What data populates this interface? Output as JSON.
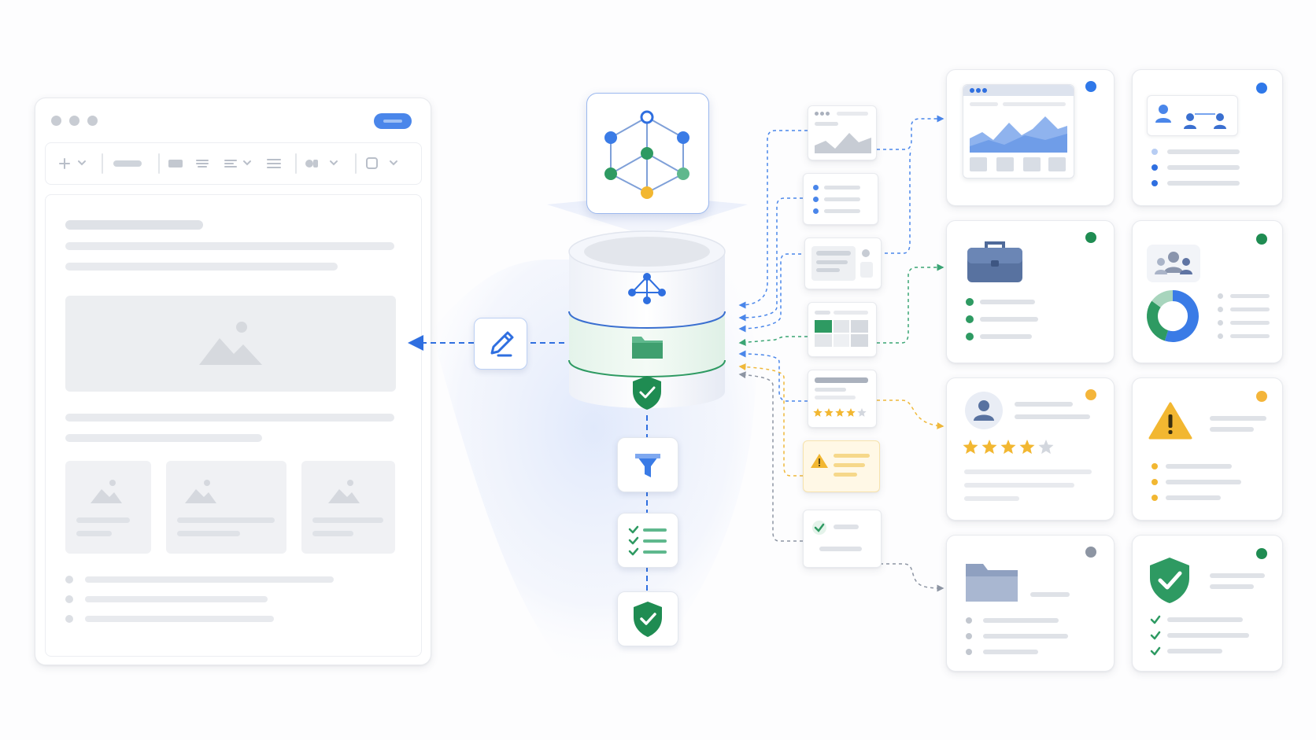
{
  "colors": {
    "blue": "#3a7be6",
    "green": "#2e9a62",
    "yellow": "#f2b731",
    "gray": "#8a94a6",
    "status_dots": [
      "#2f78e9",
      "#2f78e9",
      "#1f8c52",
      "#1f8c52",
      "#f4b53a",
      "#f4b53a",
      "#8d95a3",
      "#1f8c52"
    ]
  },
  "icons": {
    "editor": [
      "window-dot-icon",
      "primary-pill-button",
      "plus-icon",
      "text-align-icon",
      "list-icon",
      "link-icon",
      "image-placeholder-icon"
    ],
    "pipeline": [
      "graph-network-icon",
      "database-icon",
      "folder-icon",
      "shield-check-icon",
      "pencil-icon",
      "filter-icon",
      "checklist-icon"
    ],
    "cards": [
      "dashboard-chart-icon",
      "people-connect-icon",
      "briefcase-icon",
      "donut-chart-icon",
      "user-avatar-icon",
      "star-icon",
      "warning-icon",
      "folder-icon",
      "shield-check-icon"
    ]
  },
  "rating": {
    "review_stars": 4,
    "review_stars_max": 5,
    "thumbnail_stars": 4
  },
  "donut": {
    "segments": [
      0.55,
      0.3,
      0.15
    ]
  }
}
